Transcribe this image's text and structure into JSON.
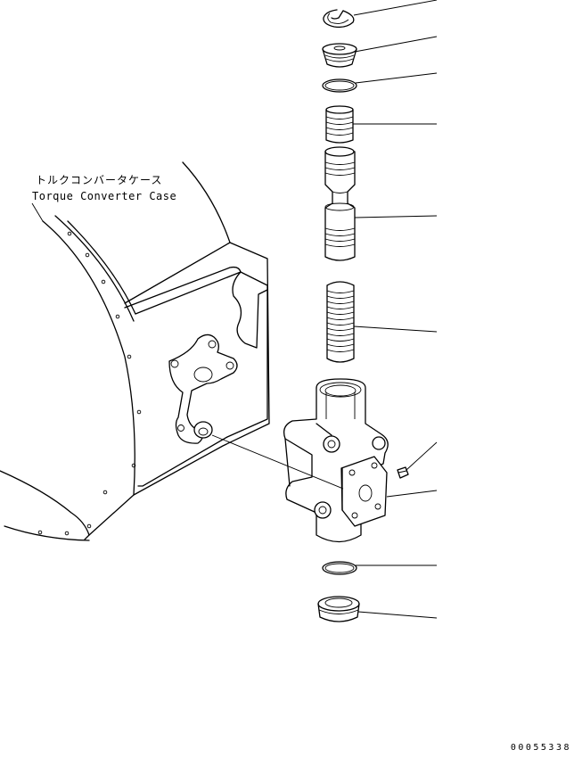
{
  "annotations": {
    "part_name_jp": "トルクコンバータケース",
    "part_name_en": "Torque Converter Case"
  },
  "drawing_number": "00055338"
}
